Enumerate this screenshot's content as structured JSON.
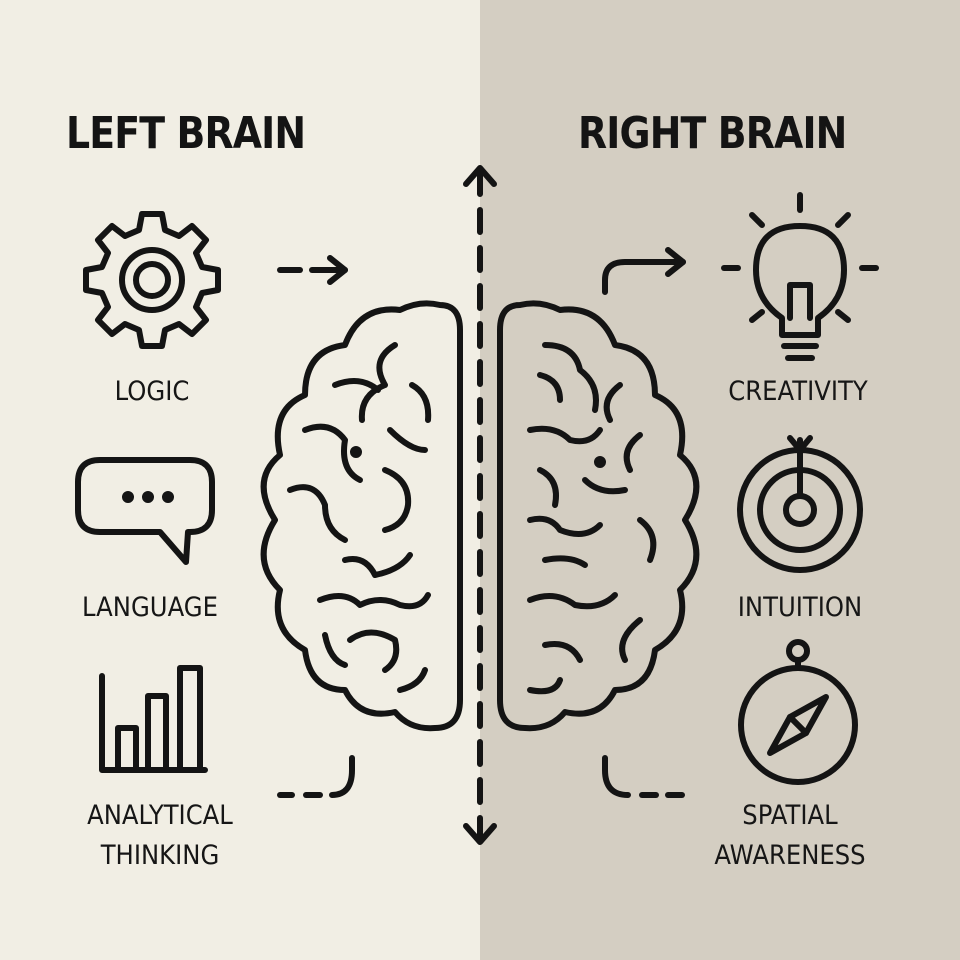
{
  "left": {
    "title": "LEFT BRAIN",
    "items": [
      {
        "label": "LOGIC",
        "icon": "gear-icon"
      },
      {
        "label": "LANGUAGE",
        "icon": "speech-bubble-icon"
      },
      {
        "label_line1": "ANALYTICAL",
        "label_line2": "THINKING",
        "icon": "bar-chart-icon"
      }
    ]
  },
  "right": {
    "title": "RIGHT BRAIN",
    "items": [
      {
        "label": "CREATIVITY",
        "icon": "lightbulb-icon"
      },
      {
        "label": "INTUITION",
        "icon": "target-icon"
      },
      {
        "label_line1": "SPATIAL",
        "label_line2": "AWARENESS",
        "icon": "compass-icon"
      }
    ]
  },
  "colors": {
    "left_bg": "#f1eee4",
    "right_bg": "#d4cec2",
    "ink": "#141414"
  }
}
